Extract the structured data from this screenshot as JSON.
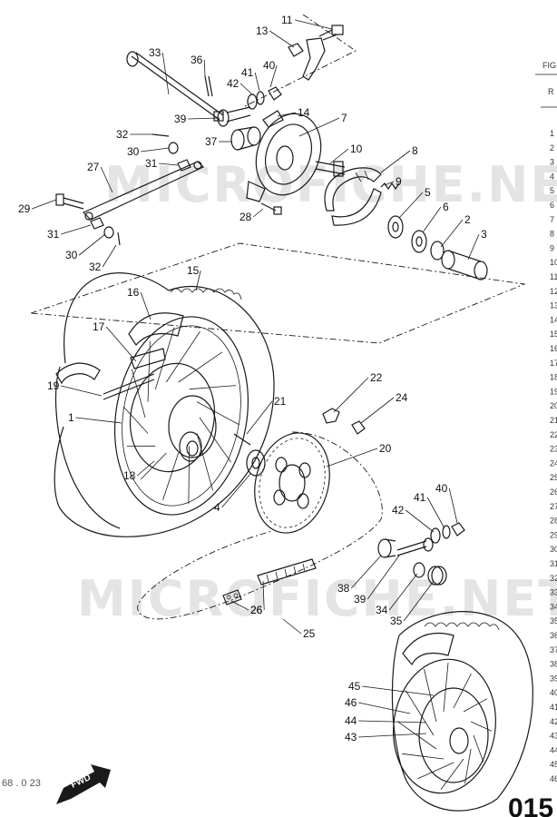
{
  "watermarks": [
    "MICROFICHE.NET",
    "MICROFICHE.NET"
  ],
  "margin_header": [
    "FIG",
    "R"
  ],
  "fwd_label": "FWD",
  "page_number_fragment": "015",
  "bottom_code": "68 . 0 23",
  "callouts": [
    "1",
    "2",
    "3",
    "4",
    "5",
    "6",
    "7",
    "8",
    "9",
    "10",
    "11",
    "13",
    "14",
    "15",
    "16",
    "17",
    "18",
    "19",
    "20",
    "21",
    "22",
    "24",
    "25",
    "26",
    "26",
    "27",
    "28",
    "29",
    "30",
    "30",
    "31",
    "31",
    "32",
    "32",
    "33",
    "34",
    "35",
    "36",
    "37",
    "38",
    "39",
    "39",
    "40",
    "40",
    "41",
    "41",
    "42",
    "42",
    "43",
    "44",
    "45",
    "46"
  ],
  "margin_list": [
    "1",
    "2",
    "3",
    "4",
    "5",
    "6",
    "7",
    "8",
    "9",
    "10",
    "11",
    "12",
    "13",
    "14",
    "15",
    "16",
    "17",
    "18",
    "19",
    "20",
    "21",
    "22",
    "23",
    "24",
    "25",
    "26",
    "27",
    "28",
    "29",
    "30",
    "31",
    "32",
    "33",
    "34",
    "35",
    "36",
    "37",
    "38",
    "39",
    "40",
    "41",
    "42",
    "43",
    "44",
    "45",
    "46"
  ]
}
